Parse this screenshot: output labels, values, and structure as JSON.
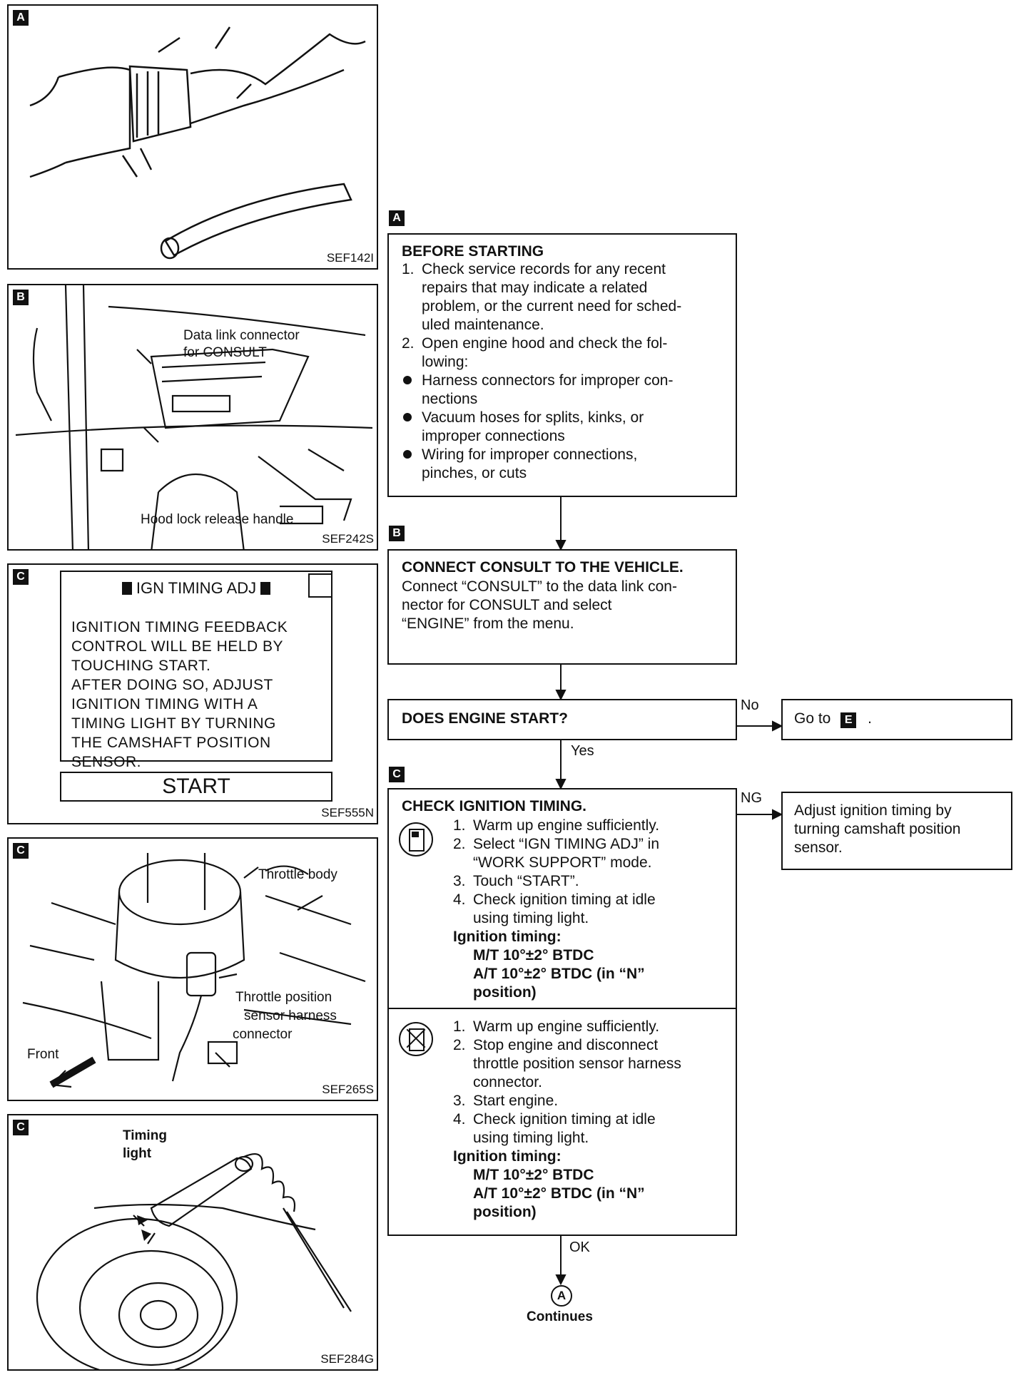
{
  "panels": {
    "a": {
      "tag": "A",
      "code": "SEF142I"
    },
    "b": {
      "tag": "B",
      "code": "SEF242S",
      "label_connector": "Data link connector",
      "label_connector2": "for CONSULT",
      "label_hood": "Hood lock release handle"
    },
    "c1": {
      "tag": "C",
      "code": "SEF555N",
      "screen_title": "IGN TIMING ADJ",
      "screen_lines": [
        "IGNITION TIMING FEEDBACK",
        "CONTROL WILL BE HELD BY",
        "TOUCHING START.",
        "AFTER DOING SO, ADJUST",
        "IGNITION TIMING WITH A",
        "TIMING LIGHT BY TURNING",
        "THE CAMSHAFT POSITION",
        "SENSOR."
      ],
      "start_label": "START"
    },
    "c2": {
      "tag": "C",
      "code": "SEF265S",
      "label_throttle_body": "Throttle body",
      "label_tps_1": "Throttle position",
      "label_tps_2": "sensor harness",
      "label_tps_3": "connector",
      "label_front": "Front"
    },
    "c3": {
      "tag": "C",
      "code": "SEF284G",
      "label_timing_1": "Timing",
      "label_timing_2": "light"
    }
  },
  "flow": {
    "tag_a": "A",
    "before_starting": {
      "title": "BEFORE STARTING",
      "step1_num": "1.",
      "step1": [
        "Check service records for any recent",
        "repairs that may indicate a related",
        "problem, or the current need for sched-",
        "uled maintenance."
      ],
      "step2_num": "2.",
      "step2": [
        "Open engine hood and check the fol-",
        "lowing:"
      ],
      "bullets": [
        [
          "Harness connectors for improper con-",
          "nections"
        ],
        [
          "Vacuum hoses for splits, kinks, or",
          "improper connections"
        ],
        [
          "Wiring for improper connections,",
          "pinches, or cuts"
        ]
      ]
    },
    "tag_b": "B",
    "connect": {
      "title": "CONNECT CONSULT TO THE VEHICLE.",
      "lines": [
        "Connect “CONSULT” to the data link con-",
        "nector for CONSULT and select",
        "“ENGINE” from the menu."
      ]
    },
    "engine_start": {
      "question": "DOES ENGINE START?",
      "no_label": "No",
      "goto_text": "Go to",
      "goto_tag": "E",
      "goto_period": ".",
      "yes_label": "Yes"
    },
    "tag_c": "C",
    "check_timing": {
      "title": "CHECK IGNITION TIMING.",
      "with_consult": [
        {
          "num": "1.",
          "lines": [
            "Warm up engine sufficiently."
          ]
        },
        {
          "num": "2.",
          "lines": [
            "Select “IGN TIMING ADJ” in",
            "“WORK SUPPORT” mode."
          ]
        },
        {
          "num": "3.",
          "lines": [
            "Touch “START”."
          ]
        },
        {
          "num": "4.",
          "lines": [
            "Check ignition timing at idle",
            "using timing light."
          ]
        }
      ],
      "spec_title": "Ignition timing:",
      "spec_mt": "M/T 10°±2° BTDC",
      "spec_at_1": "A/T 10°±2° BTDC (in “N”",
      "spec_at_2": "position)",
      "without_consult": [
        {
          "num": "1.",
          "lines": [
            "Warm up engine sufficiently."
          ]
        },
        {
          "num": "2.",
          "lines": [
            "Stop engine and disconnect",
            "throttle position sensor harness",
            "connector."
          ]
        },
        {
          "num": "3.",
          "lines": [
            "Start engine."
          ]
        },
        {
          "num": "4.",
          "lines": [
            "Check ignition timing at idle",
            "using timing light."
          ]
        }
      ],
      "ng_label": "NG",
      "ng_action": [
        "Adjust ignition timing by",
        "turning camshaft position",
        "sensor."
      ],
      "ok_label": "OK"
    },
    "continues_marker": "A",
    "continues_label": "Continues"
  }
}
